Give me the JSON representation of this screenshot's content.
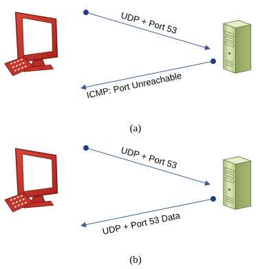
{
  "panels": [
    {
      "id": "a",
      "caption": "(a)",
      "request_label": "UDP + Port 53",
      "response_label": "ICMP: Port Unreachable"
    },
    {
      "id": "b",
      "caption": "(b)",
      "request_label": "UDP + Port 53",
      "response_label": "UDP + Port 53 Data"
    }
  ],
  "colors": {
    "arrow": "#3a5a9a",
    "dot": "#1f3f86",
    "client_red": "#c4332a",
    "screen_white": "#ffffff",
    "server_green": "#c9d9a0"
  },
  "icons": {
    "client": "desktop-computer-icon",
    "server": "server-tower-icon"
  }
}
